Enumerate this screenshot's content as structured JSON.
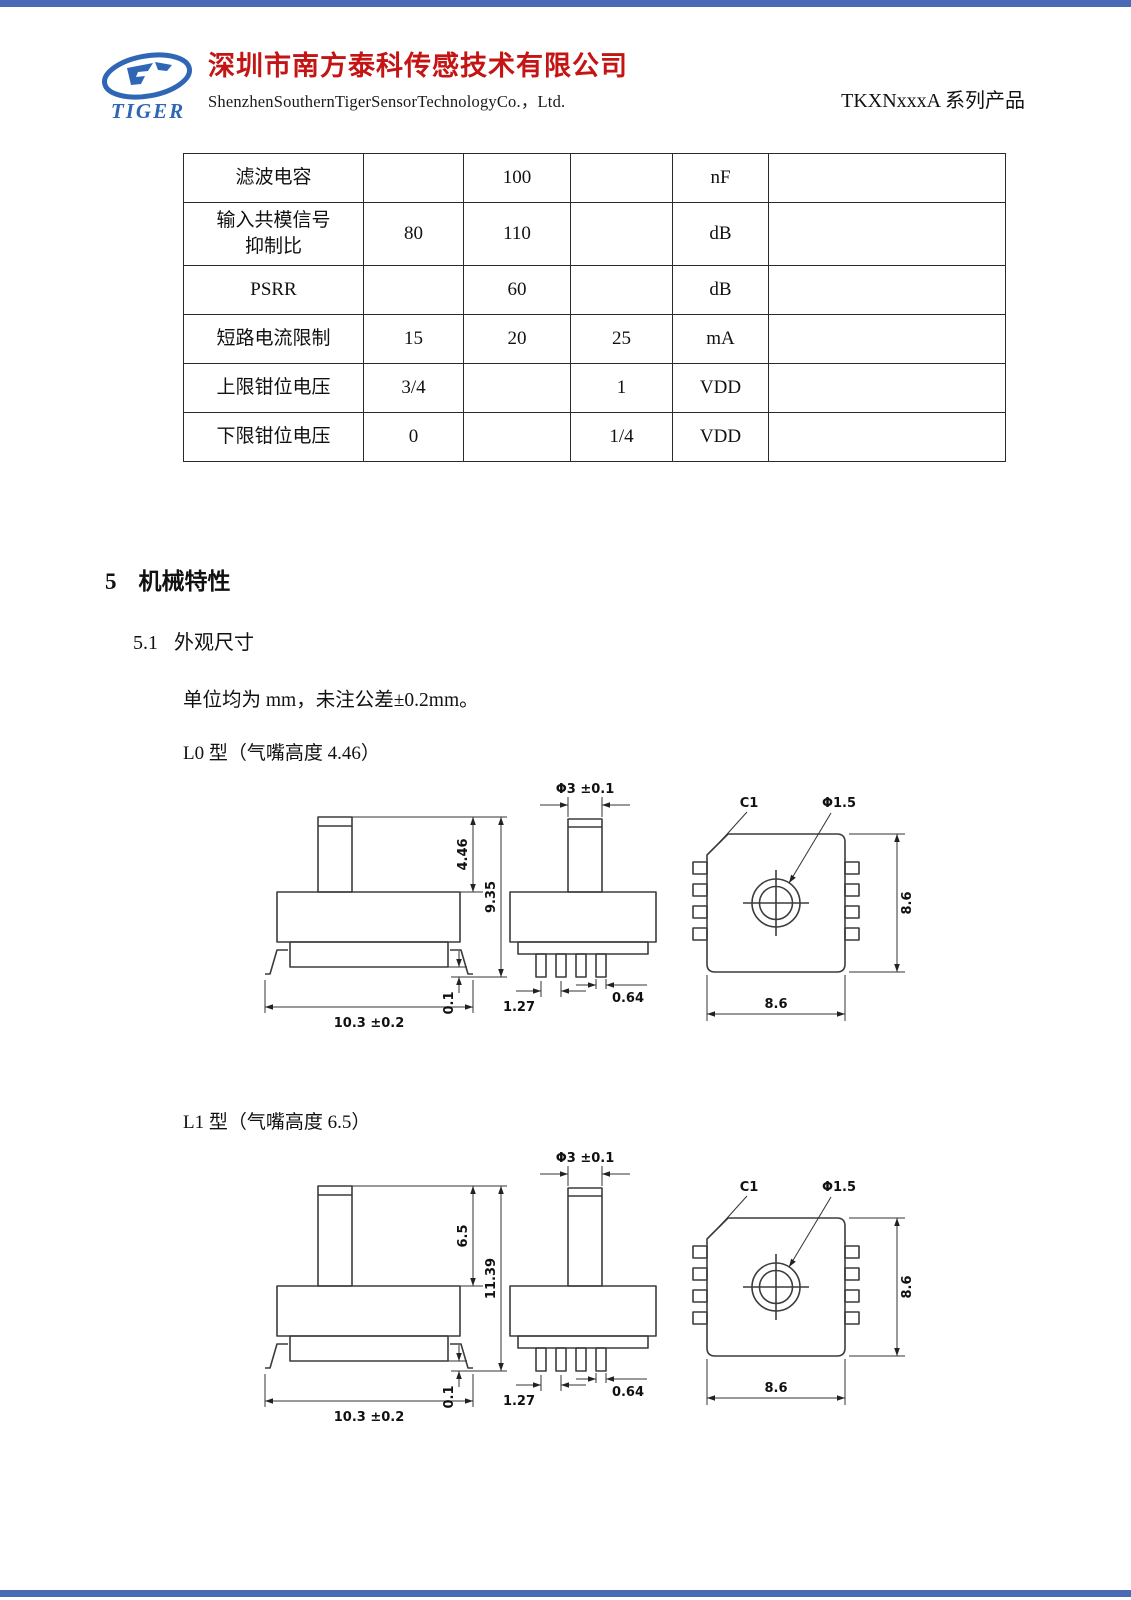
{
  "header": {
    "logo_text": "TIGER",
    "company_cn": "深圳市南方泰科传感技术有限公司",
    "company_en": "ShenzhenSouthernTigerSensorTechnologyCo.，Ltd.",
    "product_series": "TKXNxxxA 系列产品",
    "accent_blue": "#4a6ab5",
    "brand_red": "#c41414",
    "logo_blue": "#2f66b5"
  },
  "table": {
    "rows": [
      {
        "name": "滤波电容",
        "min": "",
        "typ": "100",
        "max": "",
        "unit": "nF",
        "note": ""
      },
      {
        "name": "输入共模信号\n抑制比",
        "min": "80",
        "typ": "110",
        "max": "",
        "unit": "dB",
        "note": ""
      },
      {
        "name": "PSRR",
        "min": "",
        "typ": "60",
        "max": "",
        "unit": "dB",
        "note": ""
      },
      {
        "name": "短路电流限制",
        "min": "15",
        "typ": "20",
        "max": "25",
        "unit": "mA",
        "note": ""
      },
      {
        "name": "上限钳位电压",
        "min": "3/4",
        "typ": "",
        "max": "1",
        "unit": "VDD",
        "note": ""
      },
      {
        "name": "下限钳位电压",
        "min": "0",
        "typ": "",
        "max": "1/4",
        "unit": "VDD",
        "note": ""
      }
    ]
  },
  "section": {
    "number": "5",
    "title": "机械特性",
    "sub_number": "5.1",
    "sub_title": "外观尺寸",
    "unit_note": "单位均为 mm，未注公差±0.2mm。",
    "l0_label": "L0 型（气嘴高度 4.46）",
    "l1_label": "L1 型（气嘴高度 6.5）"
  },
  "drawing_l0": {
    "dims": {
      "port_h": "4.46",
      "total_h": "9.35",
      "standoff": "0.1",
      "width": "10.3 ±0.2",
      "port_dia": "Φ3 ±0.1",
      "pitch": "1.27",
      "pin_w": "0.64",
      "c1": "C1",
      "hole_dia": "Φ1.5",
      "body_w": "8.6",
      "body_h": "8.6"
    }
  },
  "drawing_l1": {
    "dims": {
      "port_h": "6.5",
      "total_h": "11.39",
      "standoff": "0.1",
      "width": "10.3 ±0.2",
      "port_dia": "Φ3 ±0.1",
      "pitch": "1.27",
      "pin_w": "0.64",
      "c1": "C1",
      "hole_dia": "Φ1.5",
      "body_w": "8.6",
      "body_h": "8.6"
    }
  }
}
